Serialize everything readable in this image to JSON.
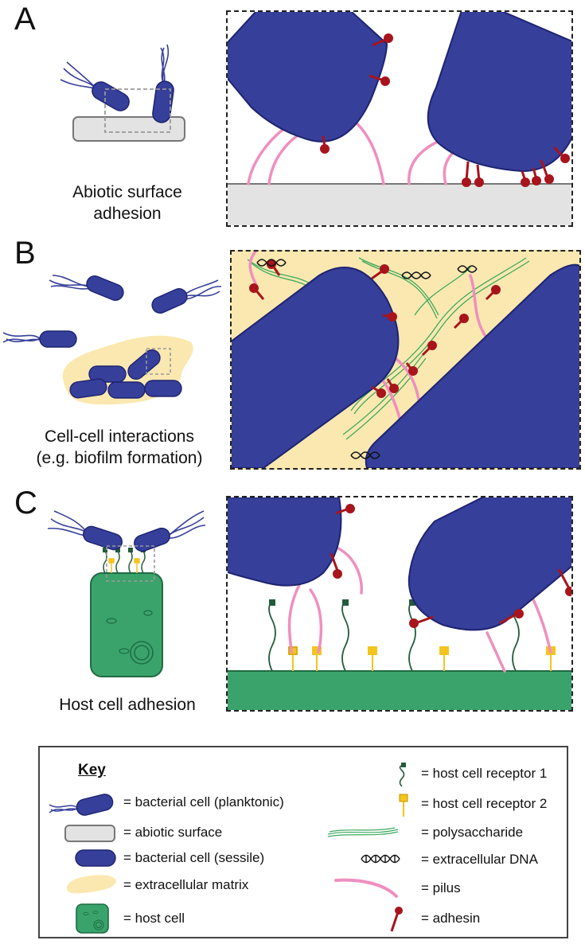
{
  "panels": {
    "a": {
      "letter": "A",
      "caption_line1": "Abiotic surface",
      "caption_line2": "adhesion"
    },
    "b": {
      "letter": "B",
      "caption_line1": "Cell-cell interactions",
      "caption_line2": "(e.g. biofilm formation)"
    },
    "c": {
      "letter": "C",
      "caption": "Host cell adhesion"
    }
  },
  "key": {
    "title": "Key",
    "left": [
      {
        "label": "= bacterial cell (planktonic)",
        "icon": "planktonic-bacterium-icon"
      },
      {
        "label": "= abiotic surface",
        "icon": "abiotic-surface-icon"
      },
      {
        "label": "= bacterial cell (sessile)",
        "icon": "sessile-bacterium-icon"
      },
      {
        "label": "= extracellular matrix",
        "icon": "extracellular-matrix-icon"
      },
      {
        "label": "= host cell",
        "icon": "host-cell-icon"
      }
    ],
    "right": [
      {
        "label": "= host cell receptor 1",
        "icon": "receptor-1-icon"
      },
      {
        "label": "= host cell receptor 2",
        "icon": "receptor-2-icon"
      },
      {
        "label": "= polysaccharide",
        "icon": "polysaccharide-icon"
      },
      {
        "label": "= extracellular DNA",
        "icon": "dna-icon"
      },
      {
        "label": "= pilus",
        "icon": "pilus-icon"
      },
      {
        "label": "= adhesin",
        "icon": "adhesin-icon"
      }
    ]
  },
  "colors": {
    "bacterium": "#363f9a",
    "abiotic_surface": "#e3e3e3",
    "matrix": "#fbe8b0",
    "host_cell": "#3aa36c",
    "receptor1": "#225c3c",
    "receptor2": "#f4c41e",
    "polysaccharide": "#3daa5f",
    "pilus": "#ef8fbf",
    "adhesin": "#a8141c"
  }
}
